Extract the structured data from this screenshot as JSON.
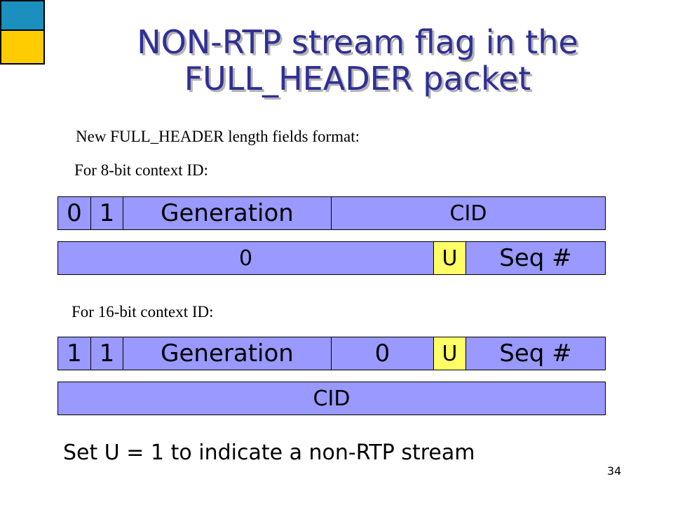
{
  "slide": {
    "title_line1": "NON-RTP stream flag in the",
    "title_line2": "FULL_HEADER packet",
    "intro": "New FULL_HEADER length fields format:",
    "label_8bit": "For 8-bit context ID:",
    "label_16bit": "For 16-bit context ID:",
    "caption": "Set U = 1 to indicate a non-RTP stream",
    "page_number": "34"
  },
  "fmt8": {
    "row1": {
      "b0": "0",
      "b1": "1",
      "generation": "Generation",
      "cid": "CID"
    },
    "row2": {
      "zero": "0",
      "u": "U",
      "seq": "Seq #"
    }
  },
  "fmt16": {
    "row1": {
      "b0": "1",
      "b1": "1",
      "generation": "Generation",
      "zero": "0",
      "u": "U",
      "seq": "Seq #"
    },
    "row2": {
      "cid": "CID"
    }
  },
  "colors": {
    "field": "#9999ff",
    "u_field": "#ffff66",
    "title": "#2f2f95",
    "corner_blue": "#1b8fbd",
    "corner_yellow": "#ffcc00"
  }
}
